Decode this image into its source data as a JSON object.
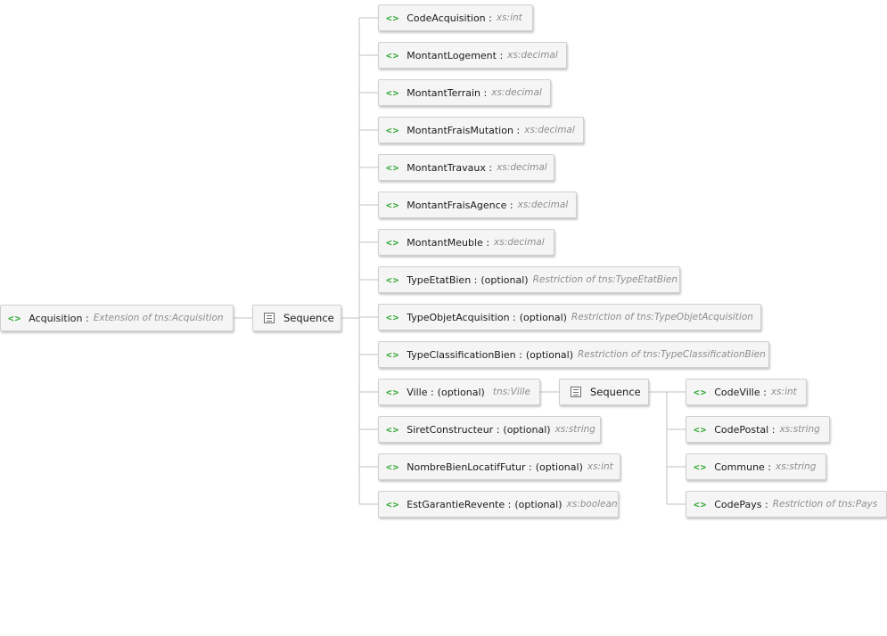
{
  "diagram": {
    "root": {
      "name": "Acquisition",
      "type": "Extension of tns:Acquisition"
    },
    "sequence_label": "Sequence",
    "separator": ":",
    "optional_label": "(optional)",
    "element_icon": "element-tag-icon",
    "sequence_icon": "sequence-icon",
    "icon_glyph": "<>",
    "colors": {
      "accent": "#2fa82f",
      "connector": "#c2c2c2",
      "node_bg": "#f5f5f5",
      "type_text": "#8e8e8e"
    },
    "children": [
      {
        "name": "CodeAcquisition",
        "optional": false,
        "type": "xs:int"
      },
      {
        "name": "MontantLogement",
        "optional": false,
        "type": "xs:decimal"
      },
      {
        "name": "MontantTerrain",
        "optional": false,
        "type": "xs:decimal"
      },
      {
        "name": "MontantFraisMutation",
        "optional": false,
        "type": "xs:decimal"
      },
      {
        "name": "MontantTravaux",
        "optional": false,
        "type": "xs:decimal"
      },
      {
        "name": "MontantFraisAgence",
        "optional": false,
        "type": "xs:decimal"
      },
      {
        "name": "MontantMeuble",
        "optional": false,
        "type": "xs:decimal"
      },
      {
        "name": "TypeEtatBien",
        "optional": true,
        "type": "Restriction of tns:TypeEtatBien"
      },
      {
        "name": "TypeObjetAcquisition",
        "optional": true,
        "type": "Restriction of tns:TypeObjetAcquisition"
      },
      {
        "name": "TypeClassificationBien",
        "optional": true,
        "type": "Restriction of tns:TypeClassificationBien"
      },
      {
        "name": "Ville",
        "optional": true,
        "type": "tns:Ville",
        "sequence_label": "Sequence",
        "children": [
          {
            "name": "CodeVille",
            "optional": false,
            "type": "xs:int"
          },
          {
            "name": "CodePostal",
            "optional": false,
            "type": "xs:string"
          },
          {
            "name": "Commune",
            "optional": false,
            "type": "xs:string"
          },
          {
            "name": "CodePays",
            "optional": false,
            "type": "Restriction of tns:Pays"
          }
        ]
      },
      {
        "name": "SiretConstructeur",
        "optional": true,
        "type": "xs:string"
      },
      {
        "name": "NombreBienLocatifFutur",
        "optional": true,
        "type": "xs:int"
      },
      {
        "name": "EstGarantieRevente",
        "optional": true,
        "type": "xs:boolean"
      }
    ]
  }
}
